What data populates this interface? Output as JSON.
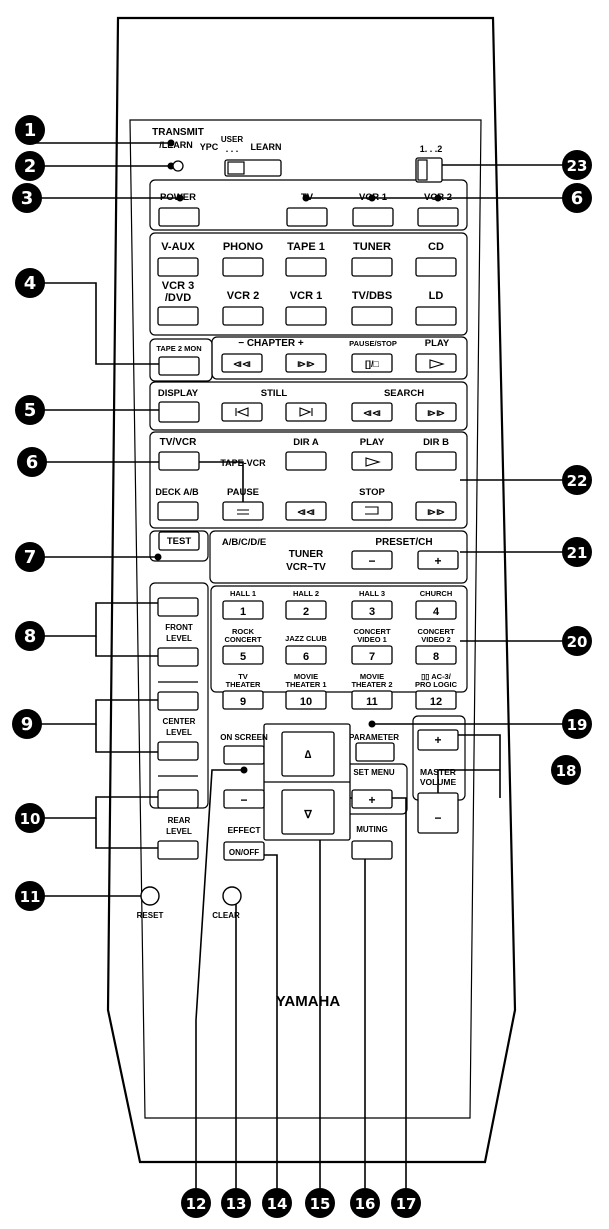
{
  "brand": "YAMAHA",
  "top": {
    "transmit_learn": [
      "TRANSMIT",
      "/LEARN"
    ],
    "mode_labels": {
      "ypc": "YPC",
      "user": "USER",
      "learn": "LEARN"
    },
    "switch2_label": "1. . .2"
  },
  "sources": {
    "power": "POWER",
    "tv": "TV",
    "vcr1": "VCR 1",
    "vcr2": "VCR 2",
    "row1": [
      "V-AUX",
      "PHONO",
      "TAPE 1",
      "TUNER",
      "CD"
    ],
    "row2": [
      "VCR 3\n/DVD",
      "VCR 2",
      "VCR 1",
      "TV/DBS",
      "LD"
    ]
  },
  "disc": {
    "tape2mon": "TAPE 2 MON",
    "chapter": "−  CHAPTER  +",
    "pause_stop": "PAUSE/STOP",
    "play": "PLAY",
    "display": "DISPLAY",
    "still": "STILL",
    "search": "SEARCH",
    "glyph_prev": "⧏⧏",
    "glyph_next": "⧐⧐"
  },
  "deck": {
    "tv_vcr": "TV/VCR",
    "tape_vcr": "TAPE-VCR",
    "dir_a": "DIR A",
    "play": "PLAY",
    "dir_b": "DIR B",
    "deck_ab": "DECK A/B",
    "pause": "PAUSE",
    "stop": "STOP"
  },
  "tuner": {
    "test": "TEST",
    "abcde": "A/B/C/D/E",
    "tuner_vcr": [
      "TUNER",
      "VCR−TV"
    ],
    "preset": "PRESET/CH",
    "minus": "−",
    "plus": "+"
  },
  "levels": {
    "front": [
      "FRONT",
      "LEVEL"
    ],
    "center": [
      "CENTER",
      "LEVEL"
    ],
    "rear": [
      "REAR",
      "LEVEL"
    ]
  },
  "dsp": [
    {
      "label": [
        "HALL 1"
      ],
      "num": "1"
    },
    {
      "label": [
        "HALL 2"
      ],
      "num": "2"
    },
    {
      "label": [
        "HALL 3"
      ],
      "num": "3"
    },
    {
      "label": [
        "CHURCH"
      ],
      "num": "4"
    },
    {
      "label": [
        "ROCK",
        "CONCERT"
      ],
      "num": "5"
    },
    {
      "label": [
        "JAZZ CLUB"
      ],
      "num": "6"
    },
    {
      "label": [
        "CONCERT",
        "VIDEO 1"
      ],
      "num": "7"
    },
    {
      "label": [
        "CONCERT",
        "VIDEO 2"
      ],
      "num": "8"
    },
    {
      "label": [
        "TV",
        "THEATER"
      ],
      "num": "9"
    },
    {
      "label": [
        "MOVIE",
        "THEATER 1"
      ],
      "num": "10"
    },
    {
      "label": [
        "MOVIE",
        "THEATER 2"
      ],
      "num": "11"
    },
    {
      "label": [
        "▯▯ AC-3/",
        "PRO LOGIC"
      ],
      "num": "12"
    }
  ],
  "lower": {
    "on_screen": "ON SCREEN",
    "parameter": "PARAMETER",
    "set_menu": "SET MENU",
    "effect": "EFFECT",
    "on_off": "ON/OFF",
    "muting": "MUTING",
    "master": [
      "MASTER",
      "VOLUME"
    ],
    "reset": "RESET",
    "clear": "CLEAR",
    "up": "∆",
    "down": "∇",
    "minus": "−",
    "plus": "+"
  },
  "callouts": [
    "1",
    "2",
    "3",
    "4",
    "5",
    "6",
    "7",
    "8",
    "9",
    "10",
    "11",
    "12",
    "13",
    "14",
    "15",
    "16",
    "17",
    "18",
    "19",
    "20",
    "21",
    "22",
    "23"
  ]
}
